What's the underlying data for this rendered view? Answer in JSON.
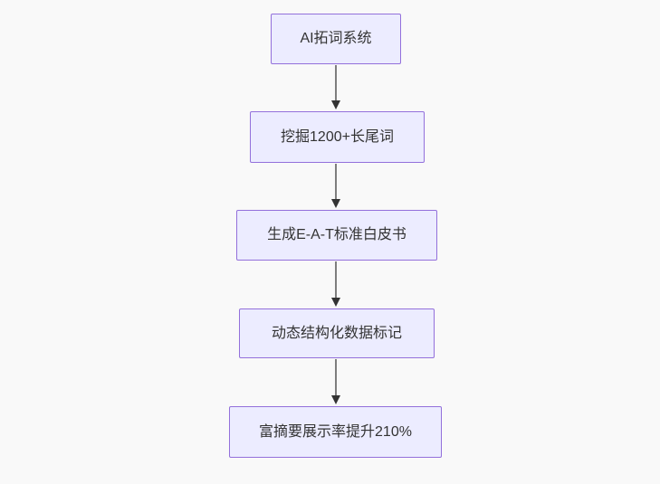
{
  "diagram": {
    "type": "flowchart-top-down",
    "background_color": "#f9f9f9",
    "node_fill_color": "#ECECFF",
    "node_border_color": "#9370DB",
    "node_text_color": "#333333",
    "arrow_line_color": "#555555",
    "arrow_head_color": "#333333",
    "nodes": [
      {
        "label": "AI拓词系统"
      },
      {
        "label": "挖掘1200+长尾词"
      },
      {
        "label": "生成E-A-T标准白皮书"
      },
      {
        "label": "动态结构化数据标记"
      },
      {
        "label": "富摘要展示率提升210%"
      }
    ],
    "edges": [
      {
        "from": "AI拓词系统",
        "to": "挖掘1200+长尾词"
      },
      {
        "from": "挖掘1200+长尾词",
        "to": "生成E-A-T标准白皮书"
      },
      {
        "from": "生成E-A-T标准白皮书",
        "to": "动态结构化数据标记"
      },
      {
        "from": "动态结构化数据标记",
        "to": "富摘要展示率提升210%"
      }
    ]
  }
}
